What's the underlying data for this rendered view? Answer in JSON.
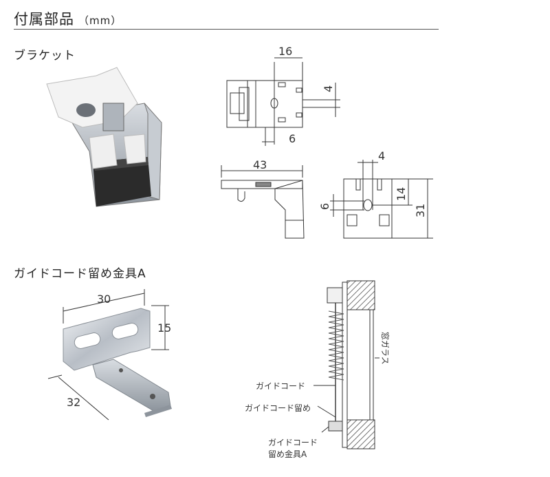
{
  "page": {
    "title": "付属部品",
    "unit": "（mm）"
  },
  "bracket": {
    "heading": "ブラケット",
    "top_view": {
      "width": "16",
      "hole_offset": "4",
      "hole_from_edge": "6"
    },
    "side_view": {
      "length": "43"
    },
    "front_view": {
      "hole_width": "4",
      "height_to_hole": "14",
      "total_height": "31",
      "hole_from_edge": "6"
    }
  },
  "guide_clip": {
    "heading": "ガイドコード留め金具A",
    "dimensions": {
      "width": "30",
      "height": "15",
      "length": "32"
    },
    "diagram": {
      "window_glass": "窓ガラス",
      "guide_cord": "ガイドコード",
      "guide_cord_stopper": "ガイドコード留め",
      "clip_line1": "ガイドコード",
      "clip_line2": "留め金具A"
    }
  }
}
